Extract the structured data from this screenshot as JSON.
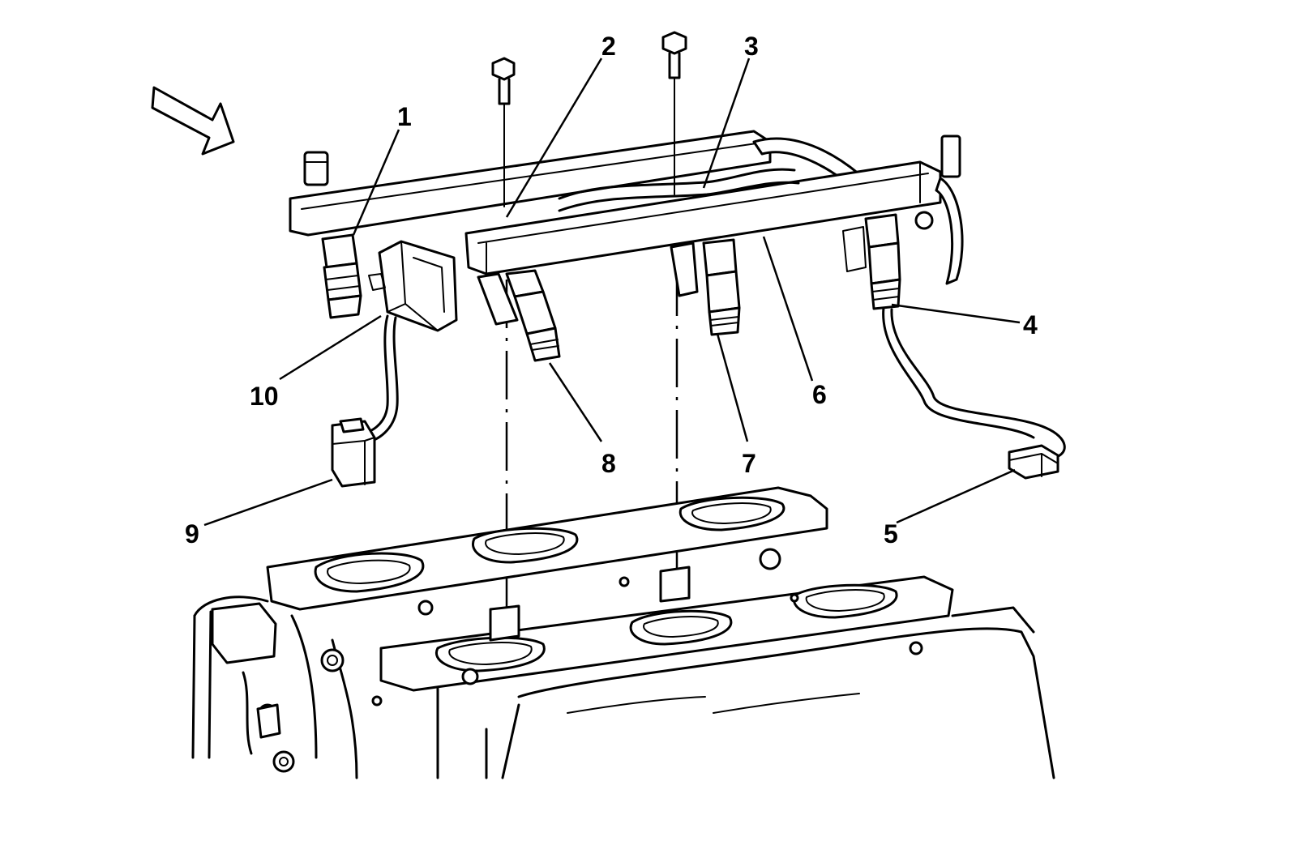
{
  "callouts": [
    {
      "id": "1",
      "label": "1"
    },
    {
      "id": "2",
      "label": "2"
    },
    {
      "id": "3",
      "label": "3"
    },
    {
      "id": "4",
      "label": "4"
    },
    {
      "id": "5",
      "label": "5"
    },
    {
      "id": "6",
      "label": "6"
    },
    {
      "id": "7",
      "label": "7"
    },
    {
      "id": "8",
      "label": "8"
    },
    {
      "id": "9",
      "label": "9"
    },
    {
      "id": "10",
      "label": "10"
    }
  ],
  "icons": {
    "view_direction": "view-direction-arrow-icon"
  }
}
